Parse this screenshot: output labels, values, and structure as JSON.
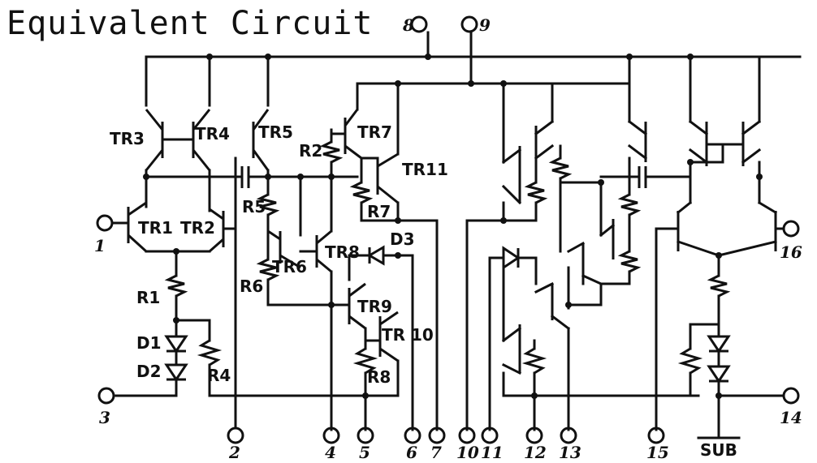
{
  "title": "Equivalent Circuit",
  "pins": {
    "p1": "1",
    "p2": "2",
    "p3": "3",
    "p4": "4",
    "p5": "5",
    "p6": "6",
    "p7": "7",
    "p8": "8",
    "p9": "9",
    "p10": "10",
    "p11": "11",
    "p12": "12",
    "p13": "13",
    "p14": "14",
    "p15": "15",
    "p16": "16",
    "sub": "SUB"
  },
  "components": {
    "tr1": "TR1",
    "tr2": "TR2",
    "tr3": "TR3",
    "tr4": "TR4",
    "tr5": "TR5",
    "tr6": "TR6",
    "tr7": "TR7",
    "tr8": "TR8",
    "tr9": "TR9",
    "tr10": "TR 10",
    "tr11": "TR11",
    "r1": "R1",
    "r2": "R2",
    "r4": "R4",
    "r5": "R5",
    "r6": "R6",
    "r7": "R7",
    "r8": "R8",
    "d1": "D1",
    "d2": "D2",
    "d3": "D3"
  }
}
